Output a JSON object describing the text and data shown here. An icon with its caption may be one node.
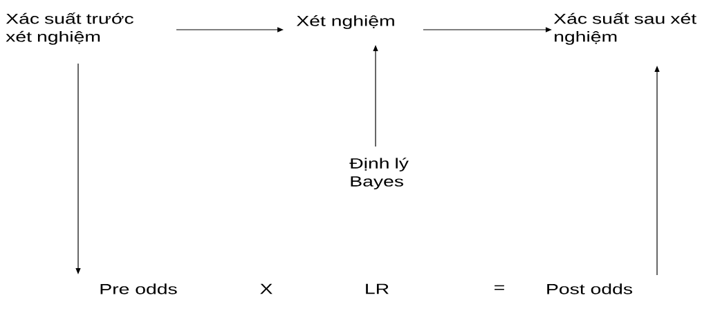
{
  "diagram": {
    "nodes": [
      {
        "text": [
          "Xác suất trước xét nghiệm"
        ]
      },
      {
        "text": [
          "Xét nghiệm"
        ]
      },
      {
        "text": [
          "Xác suất sau xét nghiệm"
        ]
      },
      {
        "text": [
          "Định lý Bayes"
        ]
      },
      {
        "text": [
          "Pre odds"
        ]
      },
      {
        "text": [
          "Post odds"
        ]
      }
    ],
    "edges": [
      {
        "from": 0,
        "to": 1,
        "arrow": "to"
      },
      {
        "from": 1,
        "to": 2,
        "arrow": "to"
      },
      {
        "from": 0,
        "to": 4,
        "arrow": "to"
      },
      {
        "from": 3,
        "to": 1,
        "arrow": "to"
      },
      {
        "from": 5,
        "to": 2,
        "arrow": "to"
      }
    ],
    "labels": [
      "X",
      "LR",
      "="
    ]
  }
}
